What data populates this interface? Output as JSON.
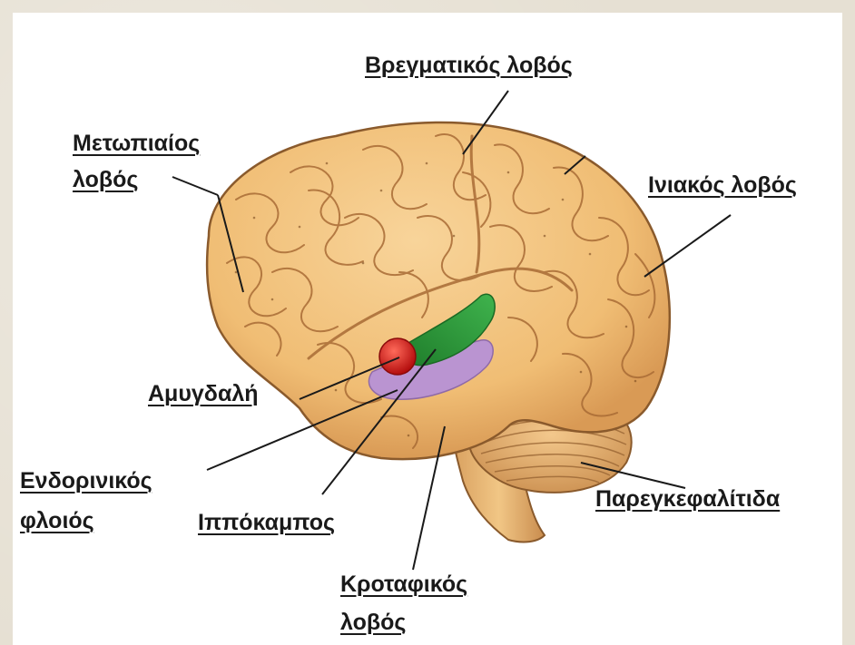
{
  "labels": {
    "parietal": "Βρεγματικός λοβός",
    "frontal_1": "Μετωπιαίος",
    "frontal_2": "λοβός",
    "occipital": "Ινιακός λοβός",
    "amygdala": "Αμυγδαλή",
    "entorhinal_1": "Ενδορινικός",
    "entorhinal_2": "φλοιός",
    "hippocampus": "Ιππόκαμπος",
    "cerebellum": "Παρεγκεφαλίτιδα",
    "temporal_1": "Κροταφικός",
    "temporal_2": "λοβός"
  },
  "colors": {
    "brain": "#f2c27c",
    "cerebellum": "#e8b472",
    "hippocampus": "#2e9b3c",
    "amygdala": "#d41f1f",
    "entorhinal": "#b58ad0"
  }
}
